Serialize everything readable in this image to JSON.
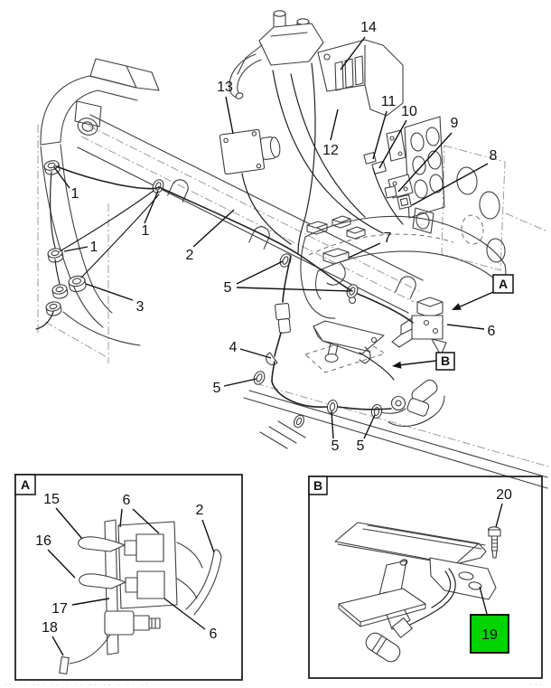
{
  "figure": {
    "type": "parts-diagram",
    "description": "Instrument panel wiring harness exploded line diagram with detail insets A and B; item 19 highlighted",
    "colors": {
      "background": "#ffffff",
      "line": "#3f3f3f",
      "construction": "#9b9b9b",
      "callout": "#111111",
      "highlight_fill": "#00d400",
      "highlight_border": "#000000"
    }
  },
  "callouts": {
    "main": [
      {
        "label": "13"
      },
      {
        "label": "14"
      },
      {
        "label": "12"
      },
      {
        "label": "11"
      },
      {
        "label": "10"
      },
      {
        "label": "9"
      },
      {
        "label": "8"
      },
      {
        "label": "1"
      },
      {
        "label": "1"
      },
      {
        "label": "1"
      },
      {
        "label": "2"
      },
      {
        "label": "3"
      },
      {
        "label": "7"
      },
      {
        "label": "5"
      },
      {
        "label": "4"
      },
      {
        "label": "5"
      },
      {
        "label": "5"
      },
      {
        "label": "5"
      },
      {
        "label": "6"
      }
    ],
    "inset_a": [
      {
        "label": "15"
      },
      {
        "label": "6"
      },
      {
        "label": "2"
      },
      {
        "label": "16"
      },
      {
        "label": "17"
      },
      {
        "label": "6"
      },
      {
        "label": "18"
      }
    ],
    "inset_b": [
      {
        "label": "20"
      }
    ]
  },
  "ref_boxes": {
    "main_a": "A",
    "main_b": "B",
    "inset_a": "A",
    "inset_b": "B"
  },
  "highlight": {
    "label": "19"
  },
  "footer": {
    "left_marks": "·· ·· ··· ·· · ·· ·· ·· · ·· ··",
    "right_marks": "···"
  }
}
